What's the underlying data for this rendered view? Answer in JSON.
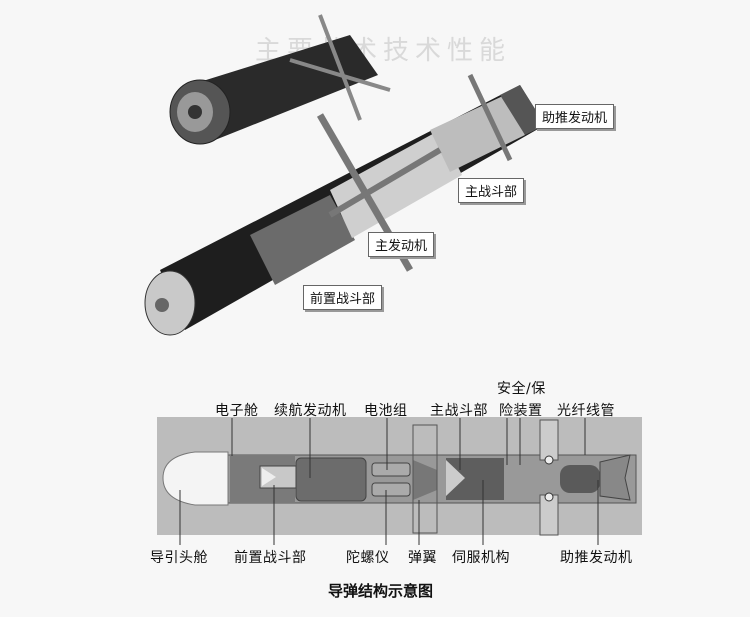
{
  "background_title": "主要战术技术性能",
  "upper_diagram": {
    "callouts": [
      "助推发动机",
      "主战斗部",
      "主发动机",
      "前置战斗部"
    ]
  },
  "schematic": {
    "top_labels": [
      "电子舱",
      "续航发动机",
      "电池组",
      "主战斗部",
      "安全/保",
      "险装置",
      "光纤线管"
    ],
    "bottom_labels": [
      "导引头舱",
      "前置战斗部",
      "陀螺仪",
      "弹翼",
      "伺服机构",
      "助推发动机"
    ],
    "caption": "导弹结构示意图"
  }
}
